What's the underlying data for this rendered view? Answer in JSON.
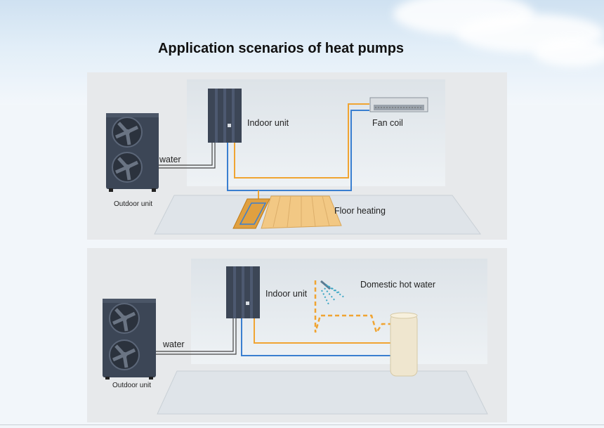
{
  "title": "Application scenarios of heat pumps",
  "scenario_top": {
    "outdoor_unit_label": "Outdoor unit",
    "water_label": "water",
    "indoor_unit_label": "Indoor unit",
    "fan_coil_label": "Fan coil",
    "floor_heating_label": "Floor heating"
  },
  "scenario_bottom": {
    "outdoor_unit_label": "Outdoor unit",
    "water_label": "water",
    "indoor_unit_label": "Indoor unit",
    "hot_water_label": "Domestic hot water"
  },
  "colors": {
    "hot_pipe": "#f0a432",
    "cold_pipe": "#3a7fd0",
    "unit_body": "#3c4656"
  }
}
